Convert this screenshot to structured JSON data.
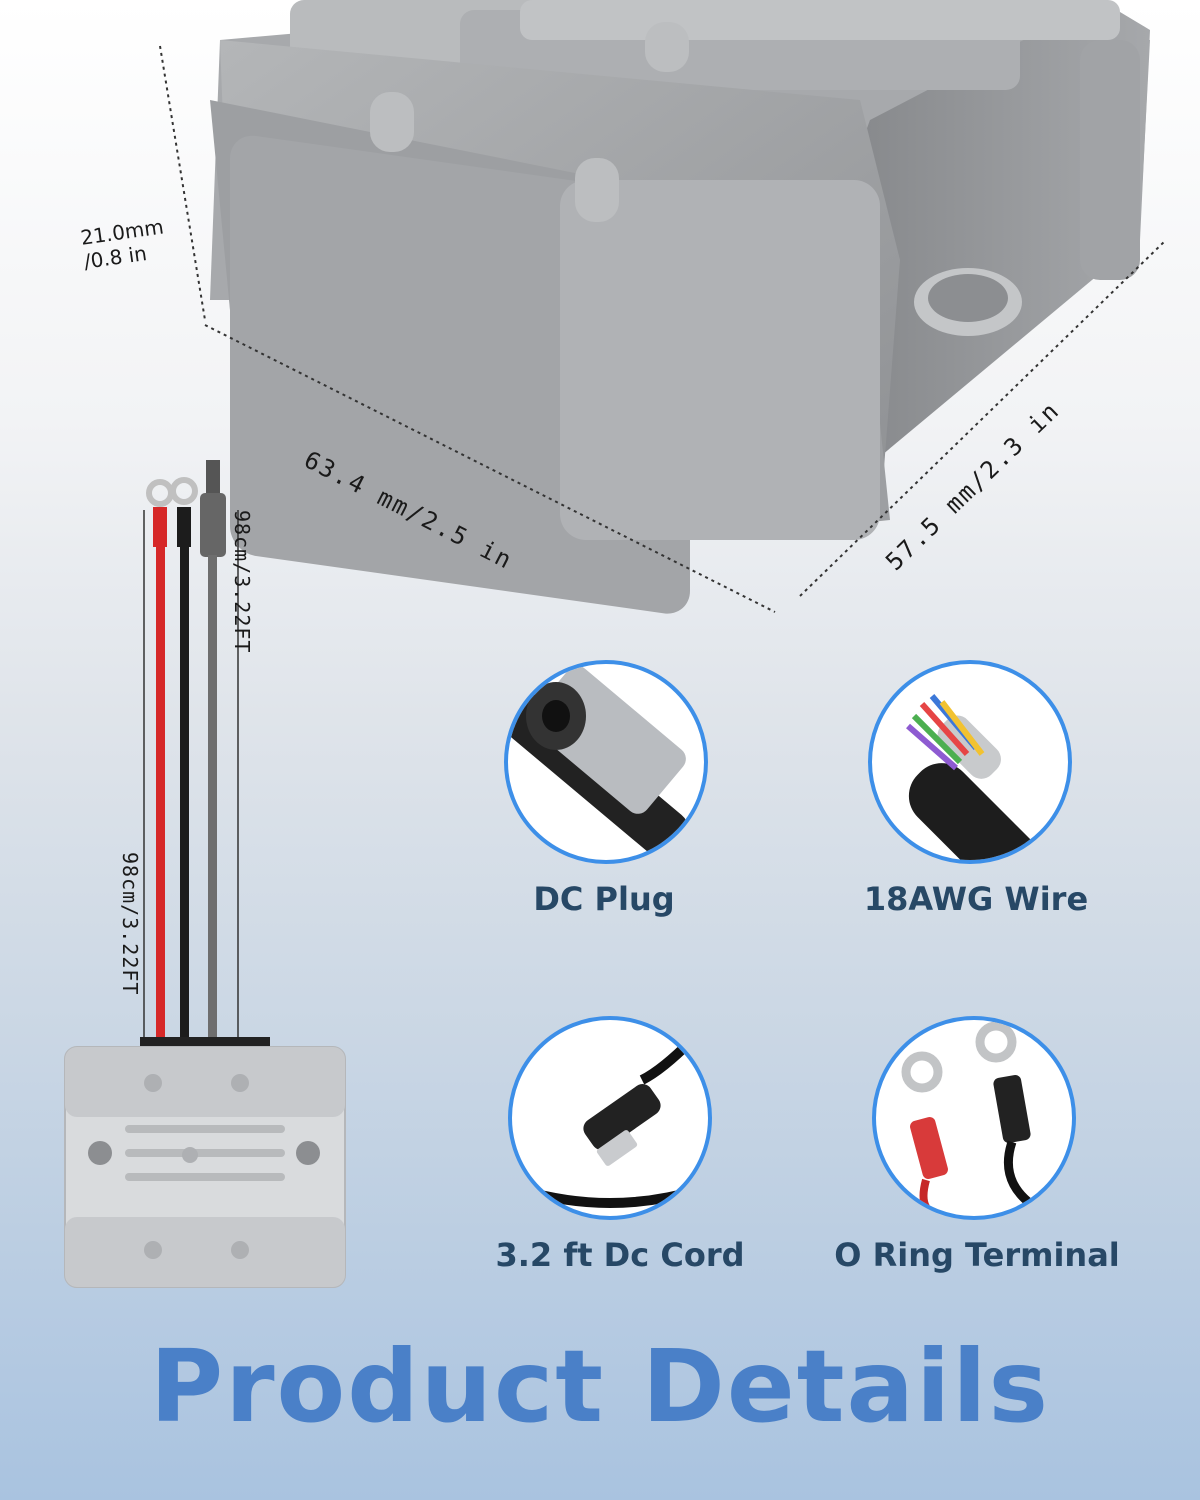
{
  "dimensions": {
    "height": "21.0mm\n/0.8 in",
    "length": "63.4 mm/2.5 in",
    "width": "57.5 mm/2.3 in",
    "cable_output": "98cm/3.22FT",
    "cable_input": "98cm/3.22FT"
  },
  "features": [
    {
      "label": "DC Plug",
      "icon": "dc-plug-closeup"
    },
    {
      "label": "18AWG Wire",
      "icon": "stripped-wire-closeup"
    },
    {
      "label": "3.2 ft Dc Cord",
      "icon": "dc-cord-closeup"
    },
    {
      "label": "O Ring Terminal",
      "icon": "ring-terminal-closeup"
    }
  ],
  "title": "Product Details",
  "colors": {
    "accent": "#3d8fe8",
    "label": "#274866",
    "title": "#4a80c8",
    "housing": "#9a9c9f",
    "wire_red": "#d62828",
    "wire_black": "#1c1c1c",
    "wire_gray": "#6e6e6e"
  }
}
